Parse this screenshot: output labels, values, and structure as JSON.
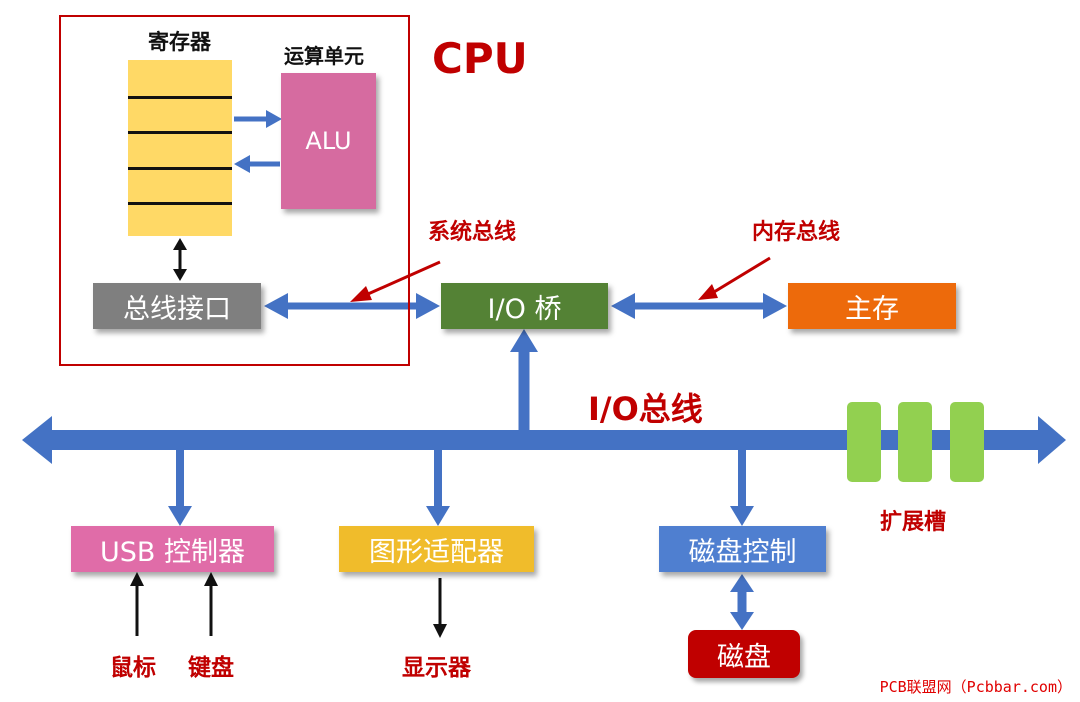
{
  "cpu": {
    "title": "CPU",
    "registers_label": "寄存器",
    "alu_unit_label": "运算单元",
    "alu_label": "ALU",
    "bus_interface_label": "总线接口"
  },
  "bridge": {
    "label": "I/O 桥"
  },
  "memory": {
    "label": "主存"
  },
  "buses": {
    "system_bus_label": "系统总线",
    "memory_bus_label": "内存总线",
    "io_bus_label": "I/O总线"
  },
  "expansion": {
    "label": "扩展槽"
  },
  "devices": {
    "usb": {
      "label": "USB 控制器",
      "inputs": [
        "鼠标",
        "键盘"
      ]
    },
    "graphics": {
      "label": "图形适配器",
      "output": "显示器"
    },
    "disk_controller": {
      "label": "磁盘控制",
      "disk": "磁盘"
    }
  },
  "colors": {
    "bus": "#4472c4",
    "cpu_frame": "#c00000",
    "register": "#ffd966",
    "alu": "#d66ba0",
    "bus_interface": "#7f7f7f",
    "bridge": "#548235",
    "memory": "#ed6a0b",
    "usb": "#e06ca8",
    "graphics": "#f0bc2b",
    "disk_controller": "#4f7fd0",
    "disk": "#c00000",
    "slot": "#92d050",
    "label_red": "#c00000"
  },
  "watermark": "PCB联盟网（Pcbbar.com）"
}
